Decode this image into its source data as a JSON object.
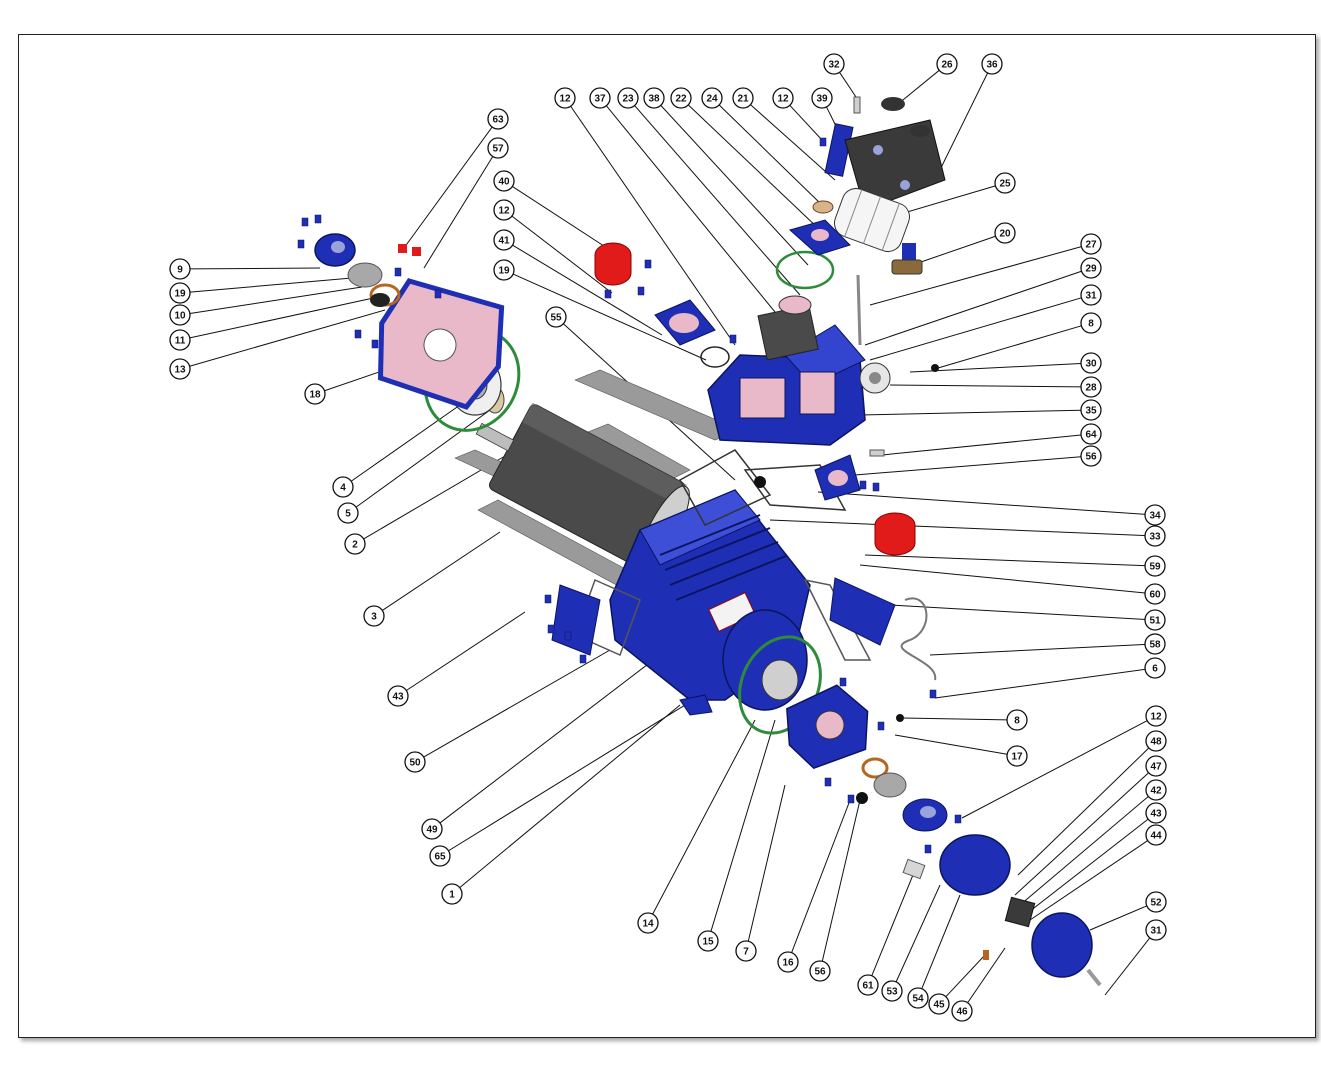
{
  "colors": {
    "body_blue": "#1f2fb5",
    "body_dark": "#0f1a7a",
    "gasket_green": "#2e8b3a",
    "plate_pink": "#e9b9c9",
    "cap_red": "#e11a1a",
    "rotor_grey": "#4a4a4a",
    "vane_grey": "#9a9a9a",
    "callout_line": "#111111"
  },
  "callouts": [
    {
      "id": "c-63",
      "label": "63"
    },
    {
      "id": "c-57",
      "label": "57"
    },
    {
      "id": "c-40",
      "label": "40"
    },
    {
      "id": "c-12a",
      "label": "12"
    },
    {
      "id": "c-41",
      "label": "41"
    },
    {
      "id": "c-19a",
      "label": "19"
    },
    {
      "id": "c-55",
      "label": "55"
    },
    {
      "id": "c-12b",
      "label": "12"
    },
    {
      "id": "c-37",
      "label": "37"
    },
    {
      "id": "c-23",
      "label": "23"
    },
    {
      "id": "c-38",
      "label": "38"
    },
    {
      "id": "c-22",
      "label": "22"
    },
    {
      "id": "c-24",
      "label": "24"
    },
    {
      "id": "c-21",
      "label": "21"
    },
    {
      "id": "c-12c",
      "label": "12"
    },
    {
      "id": "c-39",
      "label": "39"
    },
    {
      "id": "c-32",
      "label": "32"
    },
    {
      "id": "c-26",
      "label": "26"
    },
    {
      "id": "c-36",
      "label": "36"
    },
    {
      "id": "c-25",
      "label": "25"
    },
    {
      "id": "c-20",
      "label": "20"
    },
    {
      "id": "c-27",
      "label": "27"
    },
    {
      "id": "c-29",
      "label": "29"
    },
    {
      "id": "c-31a",
      "label": "31"
    },
    {
      "id": "c-8a",
      "label": "8"
    },
    {
      "id": "c-30",
      "label": "30"
    },
    {
      "id": "c-28",
      "label": "28"
    },
    {
      "id": "c-35",
      "label": "35"
    },
    {
      "id": "c-64",
      "label": "64"
    },
    {
      "id": "c-56a",
      "label": "56"
    },
    {
      "id": "c-34",
      "label": "34"
    },
    {
      "id": "c-33",
      "label": "33"
    },
    {
      "id": "c-59",
      "label": "59"
    },
    {
      "id": "c-60",
      "label": "60"
    },
    {
      "id": "c-51",
      "label": "51"
    },
    {
      "id": "c-58",
      "label": "58"
    },
    {
      "id": "c-6",
      "label": "6"
    },
    {
      "id": "c-8b",
      "label": "8"
    },
    {
      "id": "c-17",
      "label": "17"
    },
    {
      "id": "c-12d",
      "label": "12"
    },
    {
      "id": "c-48",
      "label": "48"
    },
    {
      "id": "c-47",
      "label": "47"
    },
    {
      "id": "c-42",
      "label": "42"
    },
    {
      "id": "c-43a",
      "label": "43"
    },
    {
      "id": "c-44",
      "label": "44"
    },
    {
      "id": "c-52",
      "label": "52"
    },
    {
      "id": "c-31b",
      "label": "31"
    },
    {
      "id": "c-46",
      "label": "46"
    },
    {
      "id": "c-45",
      "label": "45"
    },
    {
      "id": "c-54",
      "label": "54"
    },
    {
      "id": "c-53",
      "label": "53"
    },
    {
      "id": "c-61",
      "label": "61"
    },
    {
      "id": "c-56b",
      "label": "56"
    },
    {
      "id": "c-16",
      "label": "16"
    },
    {
      "id": "c-7",
      "label": "7"
    },
    {
      "id": "c-15",
      "label": "15"
    },
    {
      "id": "c-14",
      "label": "14"
    },
    {
      "id": "c-1",
      "label": "1"
    },
    {
      "id": "c-65",
      "label": "65"
    },
    {
      "id": "c-49",
      "label": "49"
    },
    {
      "id": "c-50",
      "label": "50"
    },
    {
      "id": "c-43b",
      "label": "43"
    },
    {
      "id": "c-3",
      "label": "3"
    },
    {
      "id": "c-2",
      "label": "2"
    },
    {
      "id": "c-5",
      "label": "5"
    },
    {
      "id": "c-4",
      "label": "4"
    },
    {
      "id": "c-18",
      "label": "18"
    },
    {
      "id": "c-13",
      "label": "13"
    },
    {
      "id": "c-11",
      "label": "11"
    },
    {
      "id": "c-10",
      "label": "10"
    },
    {
      "id": "c-19b",
      "label": "19"
    },
    {
      "id": "c-9",
      "label": "9"
    }
  ]
}
